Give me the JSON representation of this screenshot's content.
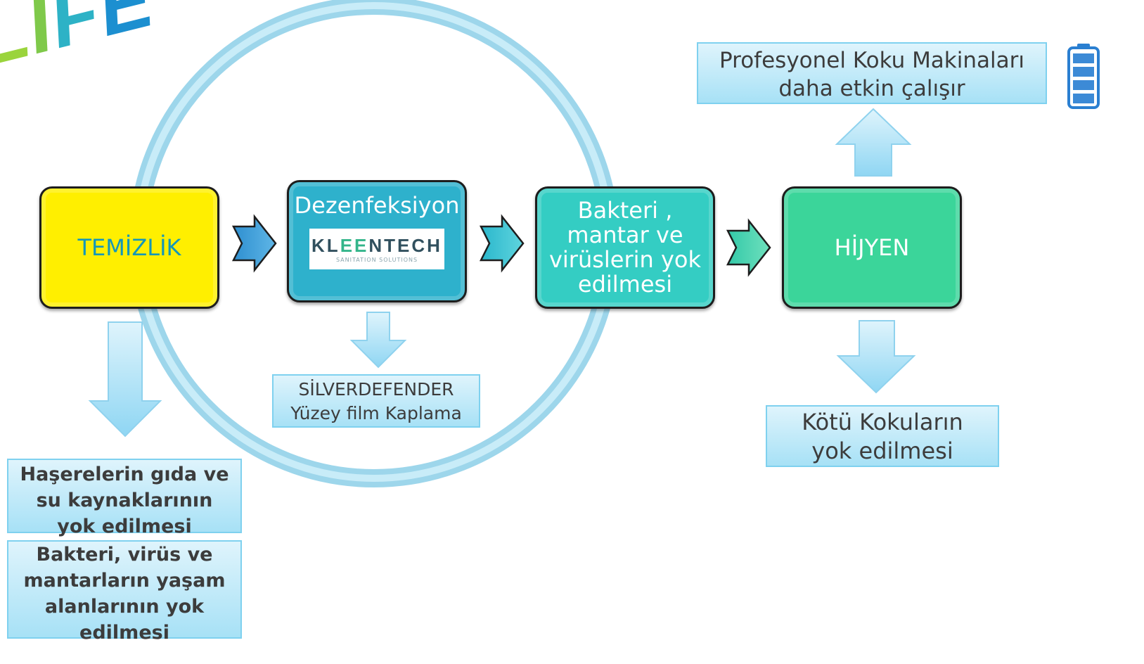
{
  "logo": {
    "text": "LIFE"
  },
  "process": {
    "temizlik": "TEMİZLİK",
    "dezenfeksiyon": "Dezenfeksiyon",
    "kleentech_logo": "KLEENTECH",
    "kleentech_tagline": "SANITATION SOLUTIONS",
    "bakteri": "Bakteri , mantar ve virüslerin yok edilmesi",
    "hijyen": "HİJYEN"
  },
  "notes": {
    "koku_makinalari": "Profesyonel Koku Makinaları daha etkin çalışır",
    "silver_title": "SİLVERDEFENDER",
    "silver_sub": "Yüzey film Kaplama",
    "kotu_kokular": "Kötü Kokuların yok edilmesi",
    "haserelerin": "Haşerelerin gıda ve su kaynaklarının yok edilmesi",
    "bakteri_virus": "Bakteri, virüs ve mantarların yaşam alanlarının yok edilmesi"
  },
  "icons": {
    "battery": "battery-icon",
    "right_arrow": "chevron-right-arrow",
    "down_arrow": "down-arrow",
    "up_arrow": "up-arrow"
  },
  "colors": {
    "temizlik": "#ffef00",
    "dezenfeksiyon": "#2eb1cc",
    "bakteri": "#34cdc3",
    "hijyen": "#3bd59a",
    "note_fill": "#a7e1f6",
    "arrow_fill": "#a9def5",
    "ring": "#a7dcf1"
  }
}
